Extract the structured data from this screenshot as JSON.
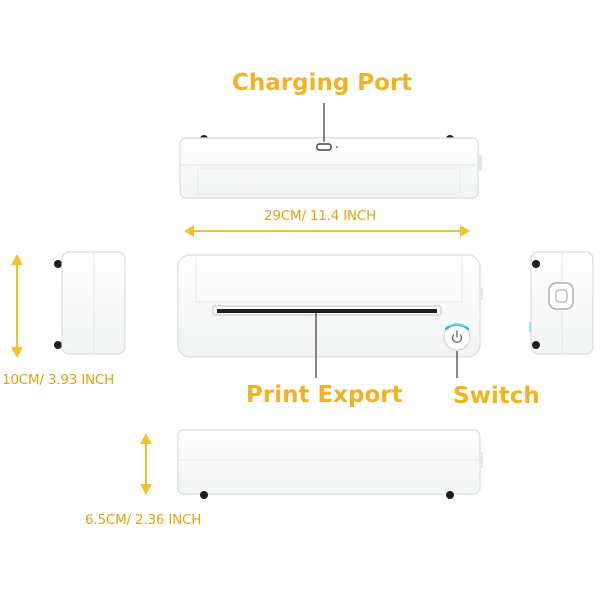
{
  "labels": {
    "charging_port": "Charging Port",
    "print_export": "Print Export",
    "switch": "Switch"
  },
  "dimensions": {
    "length": "29CM/ 11.4 INCH",
    "height": "10CM/ 3.93 INCH",
    "depth": "6.5CM/ 2.36 INCH"
  },
  "colors": {
    "label": "#f0b323",
    "dimension": "#e6a20d",
    "arrow": "#f2c12e",
    "device": "#ffffff",
    "device_outline": "#d8dde0",
    "switch_ring": "#25b8c9",
    "feet": "#1e1e1e"
  },
  "icons": {
    "switch": "power-icon",
    "arrow": "double-arrow"
  }
}
